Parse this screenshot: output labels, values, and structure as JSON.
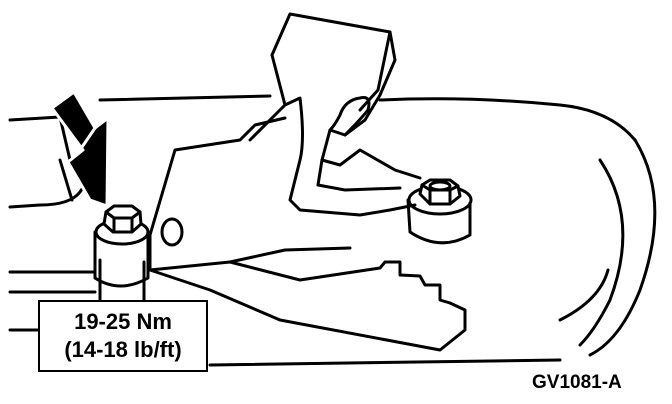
{
  "callout": {
    "torque_metric": "19-25 Nm",
    "torque_imperial": "(14-18 lb/ft)"
  },
  "figure_id": "GV1081-A",
  "colors": {
    "ink": "#000000",
    "paper": "#ffffff"
  },
  "icons": {
    "pointer": "arrow-down-right-icon"
  }
}
